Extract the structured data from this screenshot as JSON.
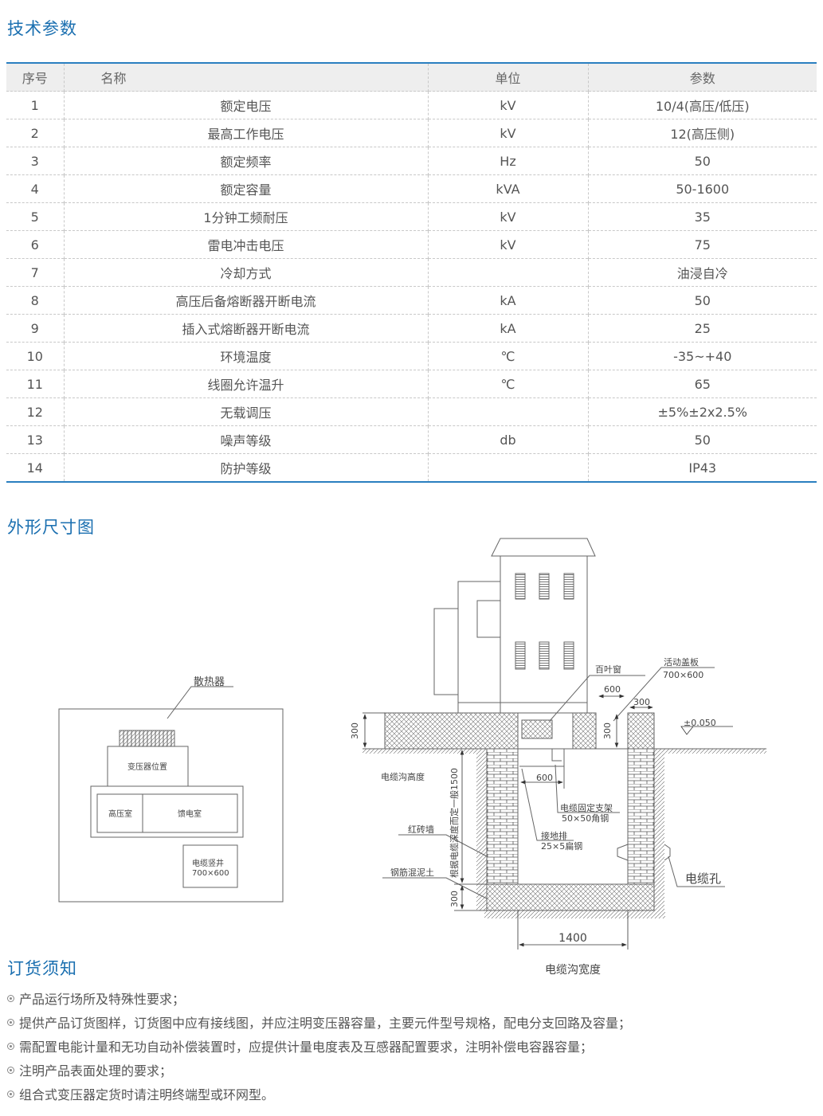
{
  "sections": {
    "tech": "技术参数",
    "dims": "外形尺寸图",
    "order": "订货须知"
  },
  "table": {
    "headers": [
      "序号",
      "名称",
      "单位",
      "参数"
    ],
    "rows": [
      [
        "1",
        "额定电压",
        "kV",
        "10/4(高压/低压)"
      ],
      [
        "2",
        "最高工作电压",
        "kV",
        "12(高压侧)"
      ],
      [
        "3",
        "额定频率",
        "Hz",
        "50"
      ],
      [
        "4",
        "额定容量",
        "kVA",
        "50-1600"
      ],
      [
        "5",
        "1分钟工频耐压",
        "kV",
        "35"
      ],
      [
        "6",
        "雷电冲击电压",
        "kV",
        "75"
      ],
      [
        "7",
        "冷却方式",
        "",
        "油浸自冷"
      ],
      [
        "8",
        "高压后备熔断器开断电流",
        "kA",
        "50"
      ],
      [
        "9",
        "插入式熔断器开断电流",
        "kA",
        "25"
      ],
      [
        "10",
        "环境温度",
        "℃",
        "-35~+40"
      ],
      [
        "11",
        "线圈允许温升",
        "℃",
        "65"
      ],
      [
        "12",
        "无载调压",
        "",
        "±5%±2x2.5%"
      ],
      [
        "13",
        "噪声等级",
        "db",
        "50"
      ],
      [
        "14",
        "防护等级",
        "",
        "IP43"
      ]
    ]
  },
  "plan": {
    "radiator": "散热器",
    "transformer": "变压器位置",
    "hv_room": "高压室",
    "feed_room": "馈电室",
    "cable_well": "电缆竖井",
    "cable_well_size": "700×600"
  },
  "section": {
    "louver": "百叶窗",
    "cover": "活动盖板",
    "cover_size": "700×600",
    "dim_600_top": "600",
    "dim_300_top": "300",
    "level": "±0.050",
    "dim_300_left": "300",
    "dim_300_mid": "300",
    "trench_height": "电缆沟高度",
    "depth": "根据电缆深度而定一般1500",
    "dim_300_bottom": "300",
    "dim_600_inner": "600",
    "bracket": "电缆固定支架",
    "bracket_spec": "50×50角钢",
    "ground_bar": "接地排",
    "ground_bar_spec": "25×5扁钢",
    "brick": "红砖墙",
    "concrete": "钢筋混泥土",
    "cable_hole": "电缆孔",
    "width_dim": "1400",
    "trench_width": "电缆沟宽度"
  },
  "order_notes": [
    "产品运行场所及特殊性要求；",
    "提供产品订货图样，订货图中应有接线图，并应注明变压器容量，主要元件型号规格，配电分支回路及容量；",
    "需配置电能计量和无功自动补偿装置时，应提供计量电度表及互感器配置要求，注明补偿电容器容量；",
    "注明产品表面处理的要求；",
    "组合式变压器定货时请注明终端型或环网型。"
  ],
  "colors": {
    "accent": "#1a6fb0"
  }
}
